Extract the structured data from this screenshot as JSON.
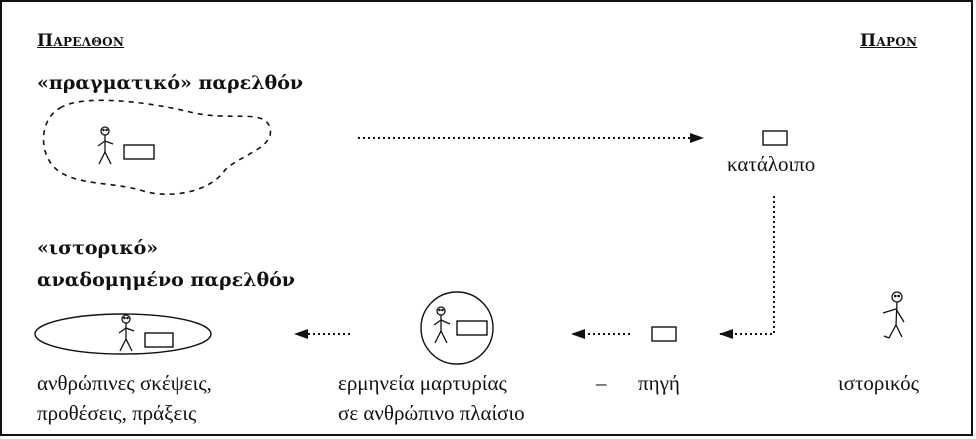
{
  "header": {
    "past": "Παρελθον",
    "present": "Παρον"
  },
  "labels": {
    "real_past": "«πραγματικό» παρελθόν",
    "historical_1": "«ιστορικό»",
    "historical_2": "αναδομημένο παρελθόν",
    "remnant": "κατάλοιπο",
    "thoughts_1": "ανθρώπινες σκέψεις,",
    "thoughts_2": "προθέσεις, πράξεις",
    "interpretation_1": "ερμηνεία μαρτυρίας",
    "dash": "–",
    "source": "πηγή",
    "interpretation_2": "σε ανθρώπινο πλαίσιο",
    "historian": "ιστορικός"
  }
}
